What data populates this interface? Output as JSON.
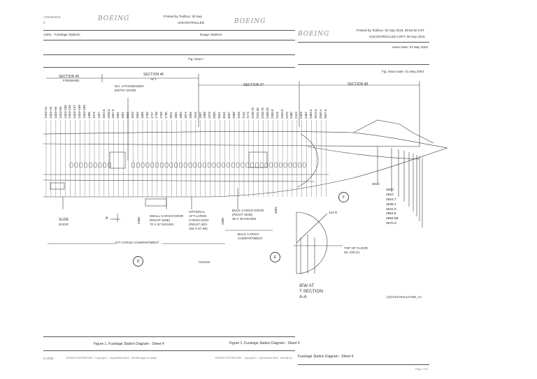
{
  "header": {
    "doc_ref": "i D634N018",
    "doc_rev": "0",
    "brand": "BOEING",
    "printed_by_1": "Printed by Toolbox: 30 Sep",
    "uncontrolled_1": "UNCONTROLLED",
    "ata_title": "ASNL - Fuselage Stations",
    "section_title": "lsuage Stations",
    "printed_by_2": "Printed by Toolbox: 30 Sep 2019, 06:54:50 HST",
    "uncontrolled_2": "UNCONTROLLED COPY 30 Sep 2019",
    "issue_date": "Issue Date: 01 May 2004",
    "fig_issue": "Fig. Issue I",
    "fig_issue_date": "Fig. Issue Date: 01 May 2004"
  },
  "diagram": {
    "sections": [
      "SECTION 46",
      "FORWARD",
      "SECTION 46",
      "AFT",
      "SECTION 47",
      "SECTION 48"
    ],
    "door_label_1": "NO. 4 PASSENGER",
    "door_label_2": "ENTRY DOOR",
    "stations_top": [
      "1434+21",
      "1434+42",
      "1434+63",
      "1434+84",
      "1434+105",
      "1434+126",
      "1434+147",
      "1434+168",
      "1434+189",
      "1455",
      "1476",
      "1497",
      "1522.5",
      "1548.5",
      "1567.5",
      "1581",
      "1601",
      "1622",
      "1643",
      "1664",
      "1685",
      "1706",
      "1727",
      "1748",
      "1769",
      "1790",
      "1811",
      "1832",
      "1853",
      "1874",
      "1895",
      "1916",
      "1937",
      "1958",
      "1979",
      "2000",
      "2021",
      "2042",
      "2067",
      "2088",
      "2109",
      "2132",
      "2174",
      "2195.75",
      "2221.65",
      "2245.75",
      "2258.25",
      "2283.5",
      "2319",
      "2344.5",
      "2370",
      "2380",
      "2412",
      "2439",
      "2462",
      "2483.5",
      "2513.5",
      "2540.4",
      "2547.5"
    ],
    "stations_right": [
      "2023",
      "2500",
      "2510",
      "2524.7",
      "2536.1",
      "2541.5",
      "2554.5",
      "2562.88",
      "2570.3"
    ],
    "labels": {
      "slide_1": "SLIDE",
      "slide_2": "DOOR",
      "view_a": "A",
      "small_cargo_1": "SMALL CARGO DOOR",
      "small_cargo_2": "(RIGHT SIDE)",
      "small_cargo_3": "70 X 67 INCHES",
      "optional_1": "OPTIONAL",
      "optional_2": "AFT LARGE",
      "optional_3": "CARGO DOO",
      "optional_4": "(RIGHT SIDI",
      "optional_5": "106 X 67 INC",
      "bulk_door_1": "BULK CARGO DOOR",
      "bulk_door_2": "(RIGHT SIDE)",
      "bulk_door_3": "38 X 45 INCHES",
      "bulk_comp_1": "BULK CARGO",
      "bulk_comp_2": "COMPARTMENT",
      "aft_cargo": "AFT CARGO COMPARTMENT",
      "sta_1580": "1580",
      "sta_1589": "1589",
      "sta_2002": "2002",
      "radius": "122 R",
      "floor_1": "TOP OF FLOOR",
      "floor_2": "WL 200.44",
      "view_1": "IEW AT",
      "view_2": "T SECTION",
      "view_3": "A-A",
      "ref_code": "G01234",
      "ref_code_2": "(4)7143.FINALOA95_V1",
      "circle_d": "D",
      "circle_e": "E",
      "circle_f": "F"
    }
  },
  "footer": {
    "caption_4": "Figure 1. Fuselage Station Diagram - Sheet 4",
    "caption_5": "Figure 1. Fuselage Station Diagram - Sheet 5",
    "caption_6": "Fuselage Station Diagram - Sheet 6",
    "page_left": "E-4030",
    "prop_1": "BOEING PROPRIETARY - Copyright © - Unpublished Work - See title page for details",
    "prop_2": "BOEING PROPRIETARY - Copyright © - Unpublished Work - See title pa",
    "page_right": "Page 7 of 8"
  }
}
